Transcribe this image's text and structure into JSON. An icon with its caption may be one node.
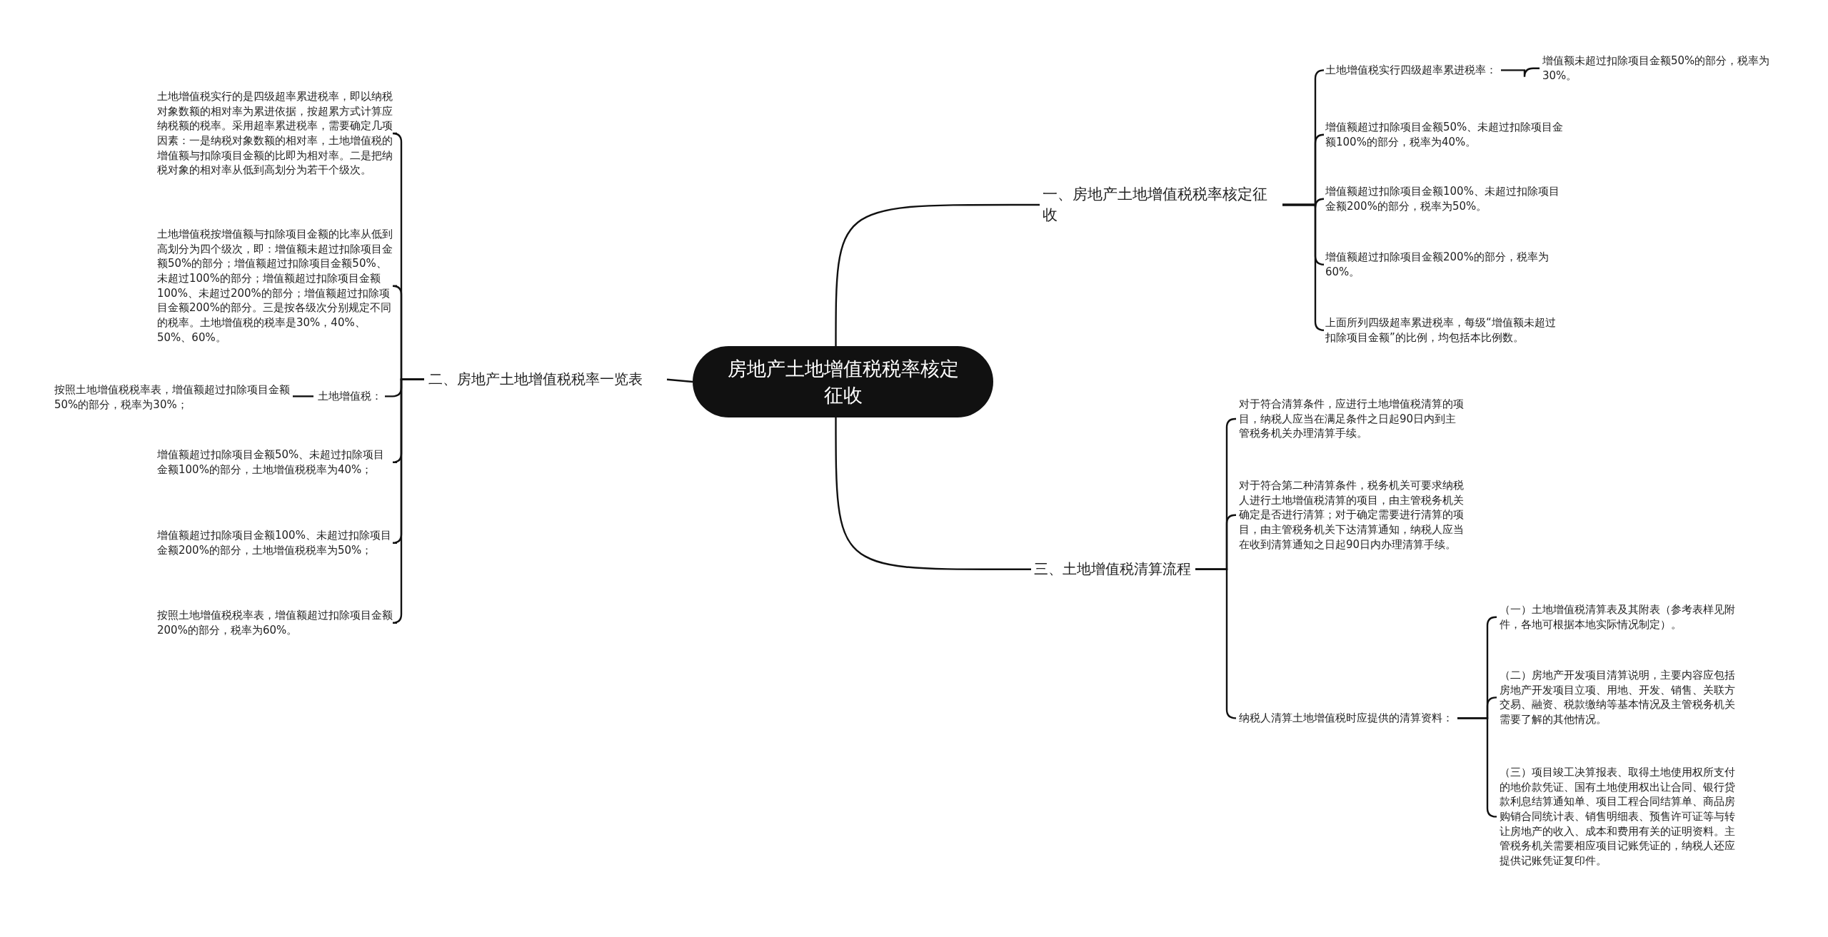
{
  "diagram": {
    "nodes": [
      {
        "text": [
          "房地产土地增值税税率核定征收"
        ]
      },
      {
        "text": [
          "一、房地产土地增值税税率核定征收"
        ]
      },
      {
        "text": [
          "土地增值税实行四级超率累进税率："
        ]
      },
      {
        "text": [
          "增值额超过扣除项目金额50%、未超过扣除项目金额100%的部分，税率为40%。"
        ]
      },
      {
        "text": [
          "增值额超过扣除项目金额100%、未超过扣除项目金额200%的部分，税率为50%。"
        ]
      },
      {
        "text": [
          "增值额超过扣除项目金额200%的部分，税率为60%。"
        ]
      },
      {
        "text": [
          "上面所列四级超率累进税率，每级“增值额未超过扣除项目金额”的比例，均包括本比例数。"
        ]
      },
      {
        "text": [
          "增值额未超过扣除项目金额50%的部分，税率为30%。"
        ]
      },
      {
        "text": [
          "二、房地产土地增值税税率一览表"
        ]
      },
      {
        "text": [
          "土地增值税实行的是四级超率累进税率，即以纳税对象数额的相对率为累进依据，按超累方式计算应纳税额的税率。采用超率累进税率，需要确定几项因素：一是纳税对象数额的相对率，土地增值税的增值额与扣除项目金额的比即为相对率。二是把纳税对象的相对率从低到高划分为若干个级次。"
        ]
      },
      {
        "text": [
          "土地增值税按增值额与扣除项目金额的比率从低到高划分为四个级次，即：增值额未超过扣除项目金额50%的部分；增值额超过扣除项目金额50%、未超过100%的部分；增值额超过扣除项目金额100%、未超过200%的部分；增值额超过扣除项目金额200%的部分。三是按各级次分别规定不同的税率。土地增值税的税率是30%，40%、50%、60%。"
        ]
      },
      {
        "text": [
          "土地增值税："
        ]
      },
      {
        "text": [
          "按照土地增值税税率表，增值额超过扣除项目金额50%的部分，税率为30%；"
        ]
      },
      {
        "text": [
          "增值额超过扣除项目金额50%、未超过扣除项目金额100%的部分，土地增值税税率为40%；"
        ]
      },
      {
        "text": [
          "增值额超过扣除项目金额100%、未超过扣除项目金额200%的部分，土地增值税税率为50%；"
        ]
      },
      {
        "text": [
          "按照土地增值税税率表，增值额超过扣除项目金额200%的部分，税率为60%。"
        ]
      },
      {
        "text": [
          "三、土地增值税清算流程"
        ]
      },
      {
        "text": [
          "对于符合清算条件，应进行土地增值税清算的项目，纳税人应当在满足条件之日起90日内到主管税务机关办理清算手续。"
        ]
      },
      {
        "text": [
          "对于符合第二种清算条件，税务机关可要求纳税人进行土地增值税清算的项目，由主管税务机关确定是否进行清算；对于确定需要进行清算的项目，由主管税务机关下达清算通知，纳税人应当在收到清算通知之日起90日内办理清算手续。"
        ]
      },
      {
        "text": [
          "纳税人清算土地增值税时应提供的清算资料："
        ]
      },
      {
        "text": [
          "（一）土地增值税清算表及其附表（参考表样见附件，各地可根据本地实际情况制定）。"
        ]
      },
      {
        "text": [
          "（二）房地产开发项目清算说明，主要内容应包括房地产开发项目立项、用地、开发、销售、关联方交易、融资、税款缴纳等基本情况及主管税务机关需要了解的其他情况。"
        ]
      },
      {
        "text": [
          "（三）项目竣工决算报表、取得土地使用权所支付的地价款凭证、国有土地使用权出让合同、银行贷款利息结算通知单、项目工程合同结算单、商品房购销合同统计表、销售明细表、预售许可证等与转让房地产的收入、成本和费用有关的证明资料。主管税务机关需要相应项目记账凭证的，纳税人还应提供记账凭证复印件。"
        ]
      }
    ],
    "edges": [
      {
        "from": 0,
        "to": 1,
        "arrow": "none"
      },
      {
        "from": 1,
        "to": 2,
        "arrow": "none"
      },
      {
        "from": 1,
        "to": 3,
        "arrow": "none"
      },
      {
        "from": 1,
        "to": 4,
        "arrow": "none"
      },
      {
        "from": 1,
        "to": 5,
        "arrow": "none"
      },
      {
        "from": 1,
        "to": 6,
        "arrow": "none"
      },
      {
        "from": 2,
        "to": 7,
        "arrow": "none"
      },
      {
        "from": 0,
        "to": 8,
        "arrow": "none"
      },
      {
        "from": 8,
        "to": 9,
        "arrow": "none"
      },
      {
        "from": 8,
        "to": 10,
        "arrow": "none"
      },
      {
        "from": 8,
        "to": 11,
        "arrow": "none"
      },
      {
        "from": 11,
        "to": 12,
        "arrow": "none"
      },
      {
        "from": 8,
        "to": 13,
        "arrow": "none"
      },
      {
        "from": 8,
        "to": 14,
        "arrow": "none"
      },
      {
        "from": 8,
        "to": 15,
        "arrow": "none"
      },
      {
        "from": 0,
        "to": 16,
        "arrow": "none"
      },
      {
        "from": 16,
        "to": 17,
        "arrow": "none"
      },
      {
        "from": 16,
        "to": 18,
        "arrow": "none"
      },
      {
        "from": 16,
        "to": 19,
        "arrow": "none"
      },
      {
        "from": 19,
        "to": 20,
        "arrow": "none"
      },
      {
        "from": 19,
        "to": 21,
        "arrow": "none"
      },
      {
        "from": 19,
        "to": 22,
        "arrow": "none"
      }
    ]
  }
}
